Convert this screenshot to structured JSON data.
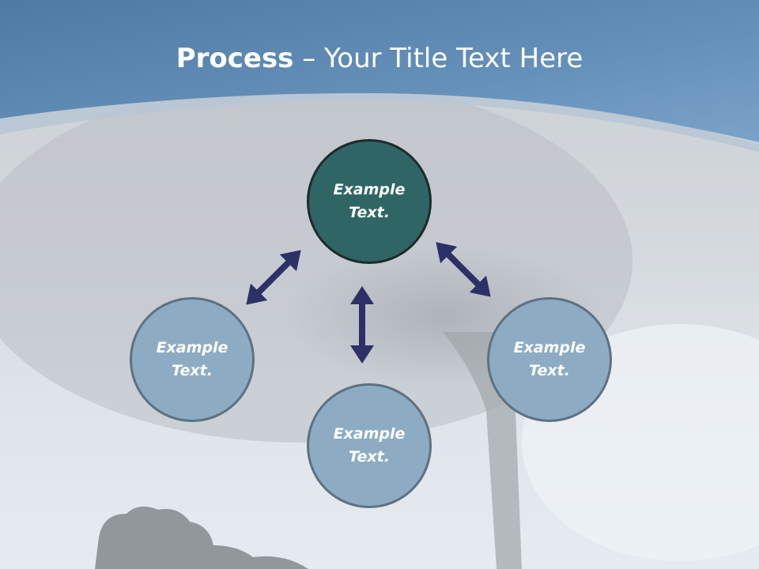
{
  "slide": {
    "title_bold": "Process",
    "title_rest": " – Your Title Text Here",
    "nodes": {
      "top": "Example\nText.",
      "left": "Example\nText.",
      "bottom": "Example\nText.",
      "right": "Example\nText."
    },
    "colors": {
      "header_blue": "#5d87ae",
      "center_fill": "#306565",
      "outer_fill": "#8dacc4",
      "arrow": "#2e3068"
    }
  }
}
